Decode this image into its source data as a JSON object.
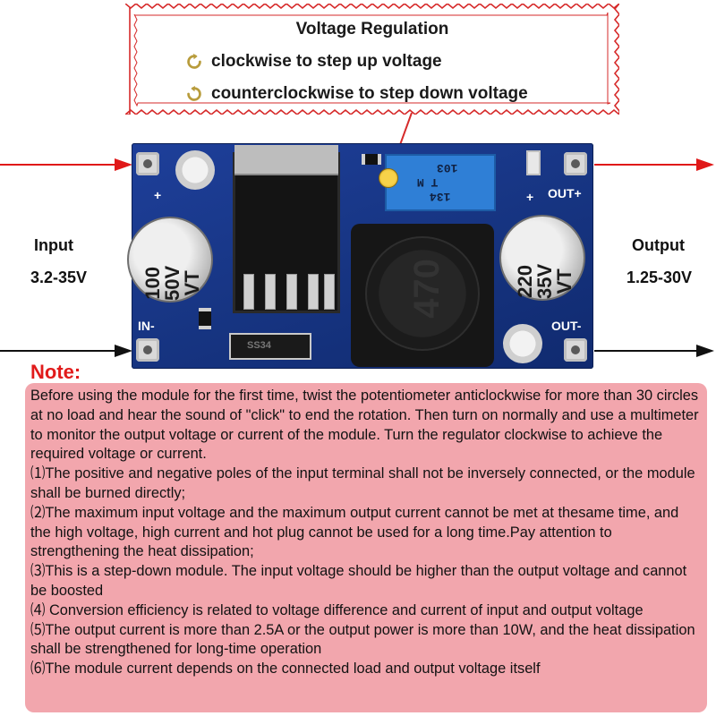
{
  "callout": {
    "title": "Voltage Regulation",
    "items": [
      {
        "icon": "clockwise-rotate-icon",
        "text": "clockwise to step up voltage"
      },
      {
        "icon": "counterclockwise-rotate-icon",
        "text": "counterclockwise to step down voltage"
      }
    ],
    "border_color": "#d62a2a"
  },
  "input": {
    "label": "Input",
    "range": "3.2-35V"
  },
  "output": {
    "label": "Output",
    "range": "1.25-30V"
  },
  "board": {
    "in_plus": "+",
    "in_minus": "IN-",
    "out_plus": "OUT+",
    "out_minus": "OUT-",
    "out_plus_sign": "+",
    "cap_in": "100\n50V\nVT",
    "cap_out": "220\n35V\nVT",
    "pot_line1": "103",
    "pot_line2": "T  M",
    "pot_line3": "134",
    "inductor": "470",
    "diode": "SS34"
  },
  "note": {
    "title": "Note:",
    "paragraphs": [
      "Before using the module for the first time, twist the potentiometer anticlockwise for more than 30 circles at no load and hear the sound of \"click\" to end the rotation. Then turn on normally and use a multimeter to monitor the output voltage or current of the module. Turn the regulator clockwise to achieve the required voltage or current.",
      "⑴The positive and negative poles of the input terminal shall not be inversely connected, or the module shall be burned directly;",
      "⑵The maximum input voltage and the maximum output current cannot be met at thesame time, and the high voltage, high current and hot plug cannot be used for a long time.Pay attention to strengthening the heat dissipation;",
      "⑶This is a step-down module. The input voltage should be higher than the output voltage and cannot be boosted",
      "⑷ Conversion efficiency is related to voltage difference and current of input and output voltage",
      "⑸The output current is more than 2.5A or the output power is more than 10W, and the heat dissipation shall be strengthened for long-time operation",
      "⑹The module current depends on the connected load and output voltage itself"
    ]
  },
  "colors": {
    "arrow_red": "#e01818",
    "arrow_black": "#111111",
    "note_bg": "#f2a6ad",
    "note_title": "#e11b1b",
    "pcb": "#173583"
  }
}
